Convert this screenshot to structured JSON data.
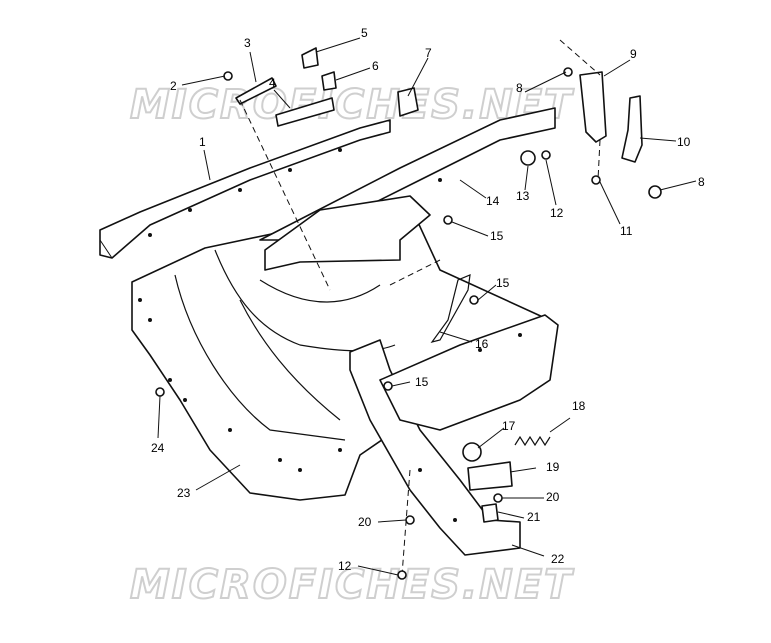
{
  "colors": {
    "ink": "#111111",
    "paper": "#ffffff",
    "watermark": "#cfcfcf"
  },
  "watermark_text": "MICROFICHES.NET",
  "callouts": [
    "1",
    "2",
    "3",
    "4",
    "5",
    "6",
    "7",
    "8",
    "8",
    "9",
    "10",
    "11",
    "12",
    "12",
    "13",
    "14",
    "15",
    "15",
    "15",
    "16",
    "17",
    "18",
    "19",
    "20",
    "20",
    "21",
    "22",
    "23",
    "24"
  ]
}
